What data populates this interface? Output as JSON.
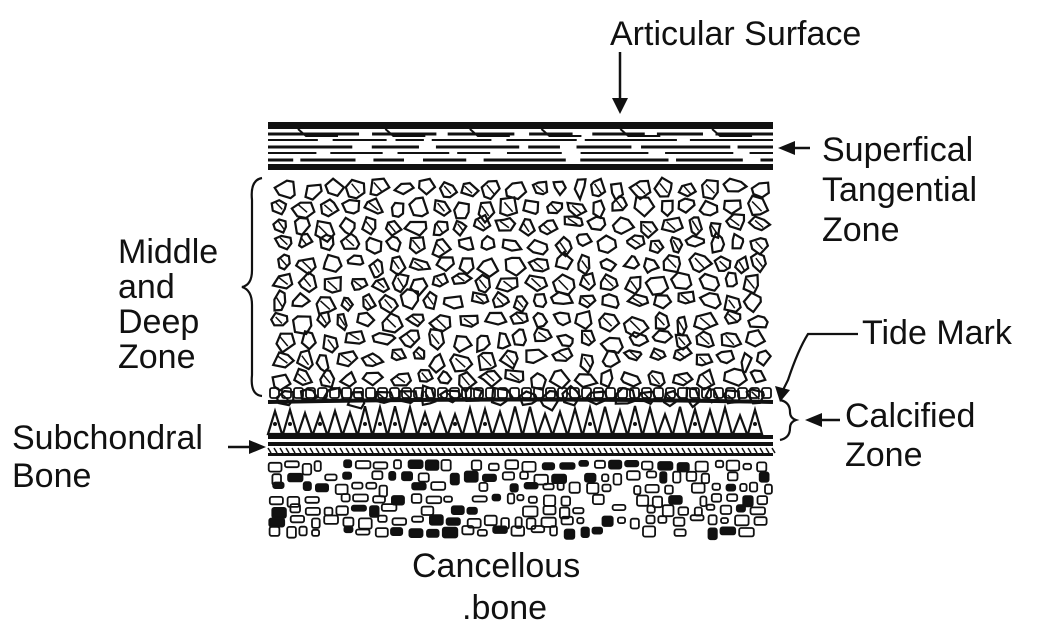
{
  "diagram": {
    "labels": {
      "articular_surface": "Articular Surface",
      "superficial_zone": [
        "Superfical",
        "Tangential",
        "Zone"
      ],
      "middle_deep_zone": [
        "Middle",
        "and",
        "Deep",
        "Zone"
      ],
      "tide_mark": "Tide Mark",
      "calcified_zone": [
        "Calcified",
        "Zone"
      ],
      "subchondral_bone": [
        "Subchondral",
        "Bone"
      ],
      "cancellous_bone": [
        "Cancellous",
        ".bone"
      ]
    }
  }
}
